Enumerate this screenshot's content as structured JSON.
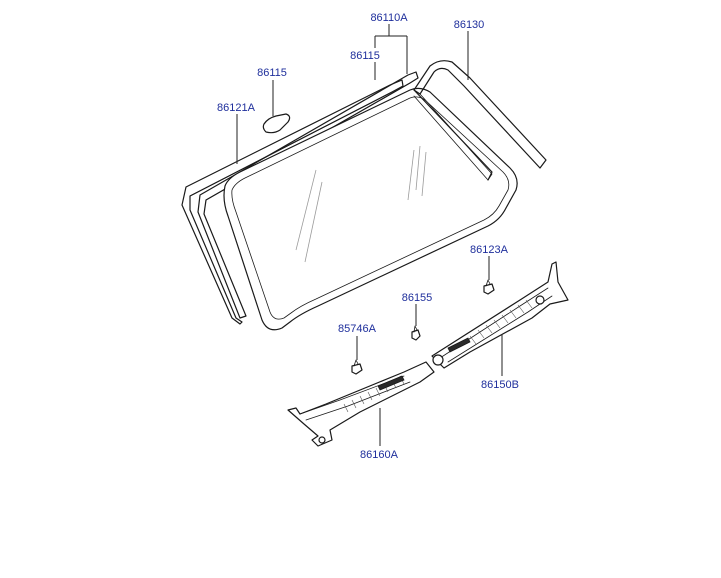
{
  "diagram": {
    "labels": {
      "p86110A": "86110A",
      "p86115_top": "86115",
      "p86130": "86130",
      "p86115_glass": "86115",
      "p86121A": "86121A",
      "p86123A": "86123A",
      "p86155": "86155",
      "p85746A": "85746A",
      "p86150B": "86150B",
      "p86160A": "86160A"
    },
    "colors": {
      "label": "#1f2f9c",
      "line": "#1a1a1a"
    }
  }
}
